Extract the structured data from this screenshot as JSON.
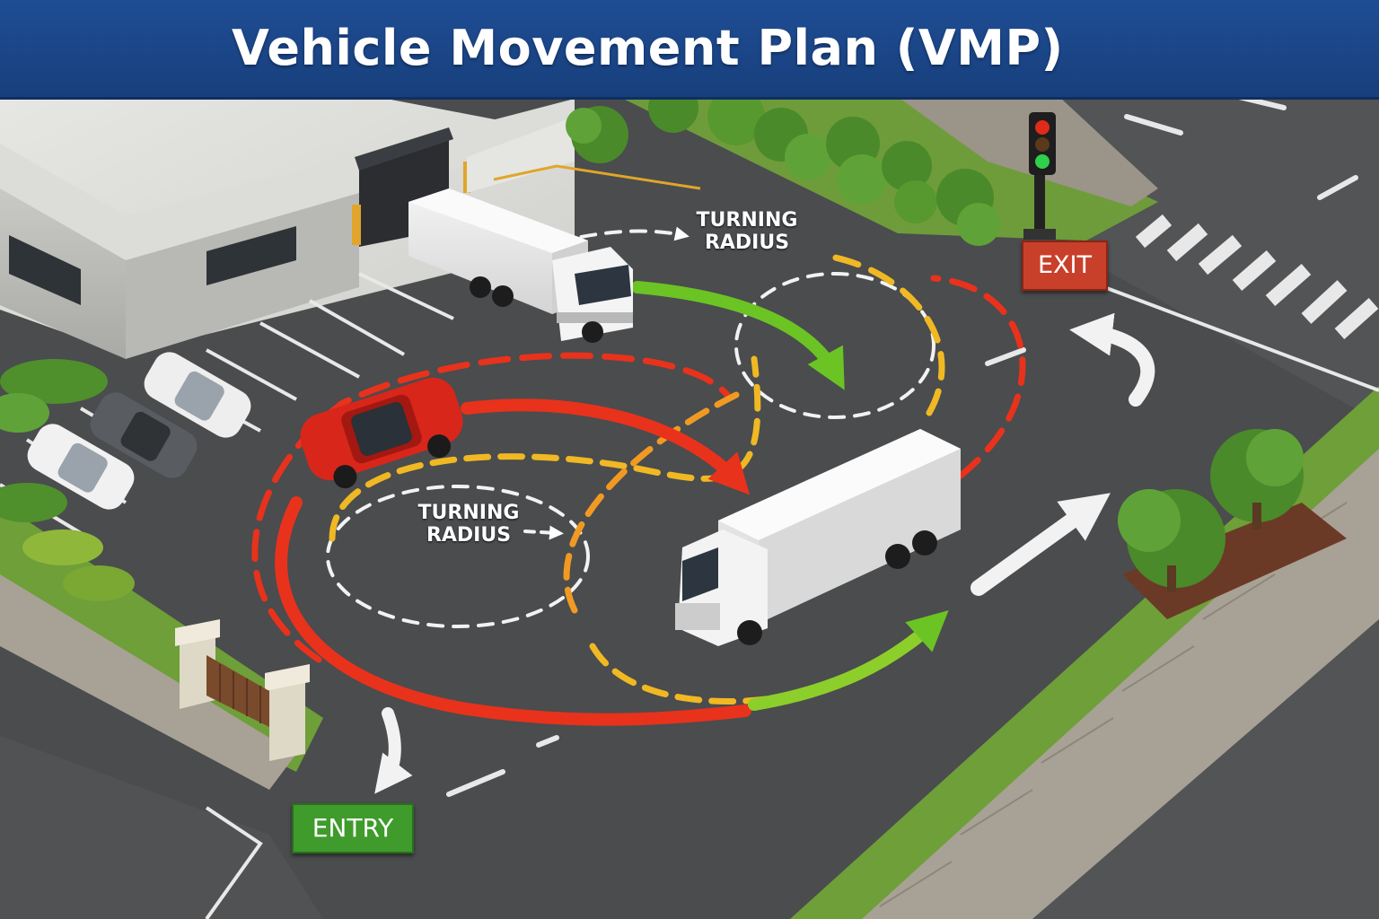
{
  "title": "Vehicle Movement Plan (VMP)",
  "signs": {
    "exit": "EXIT",
    "entry": "ENTRY"
  },
  "turning_radius_labels": [
    {
      "line1": "TURNING",
      "line2": "RADIUS"
    },
    {
      "line1": "TURNING",
      "line2": "RADIUS"
    }
  ],
  "colors": {
    "banner": "#1f4d94",
    "path_red": "#e8321c",
    "path_yellow": "#f0b823",
    "path_green": "#6cc324",
    "exit_sign": "#c8402a",
    "entry_sign": "#3f9b2c",
    "red_car": "#d8261a",
    "asphalt": "#4a4c4e"
  },
  "icons": [
    "traffic-light-icon",
    "truck-icon",
    "car-icon",
    "warehouse-icon",
    "gate-icon",
    "tree-icon"
  ]
}
